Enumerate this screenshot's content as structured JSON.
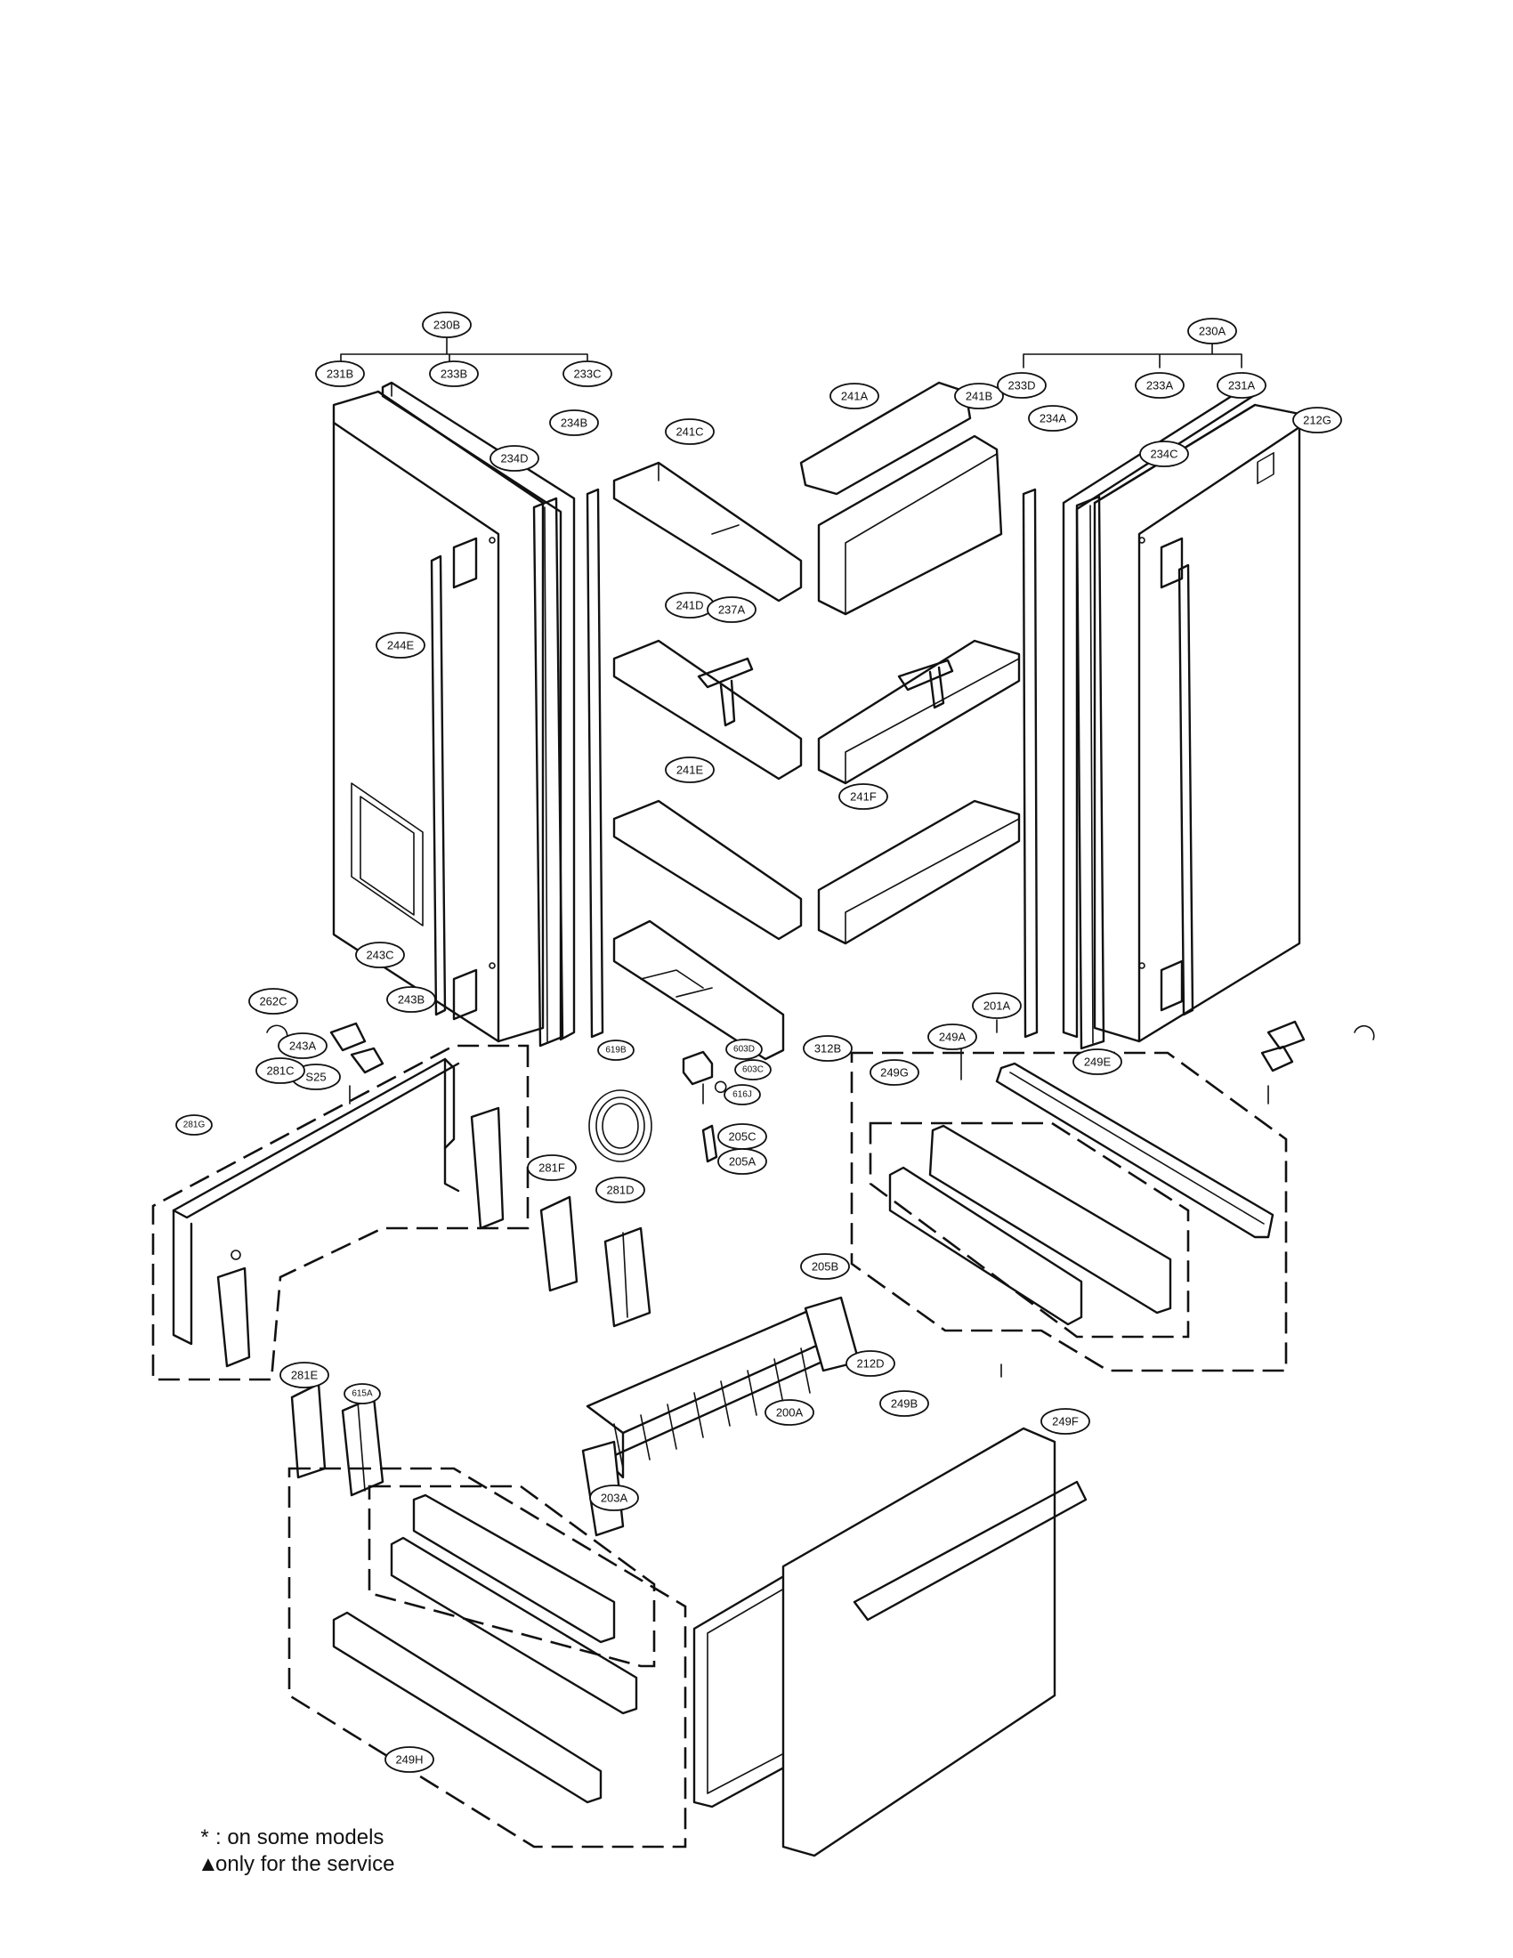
{
  "callouts": [
    {
      "id": "230B"
    },
    {
      "id": "231B"
    },
    {
      "id": "233B"
    },
    {
      "id": "233C"
    },
    {
      "id": "234B"
    },
    {
      "id": "234D"
    },
    {
      "id": "241A"
    },
    {
      "id": "241B"
    },
    {
      "id": "241C"
    },
    {
      "id": "241D"
    },
    {
      "id": "237A"
    },
    {
      "id": "241E"
    },
    {
      "id": "241F"
    },
    {
      "id": "230A"
    },
    {
      "id": "233D"
    },
    {
      "id": "233A"
    },
    {
      "id": "231A"
    },
    {
      "id": "234A"
    },
    {
      "id": "212G"
    },
    {
      "id": "234C"
    },
    {
      "id": "244E"
    },
    {
      "id": "262C"
    },
    {
      "id": "243C"
    },
    {
      "id": "243A"
    },
    {
      "id": "243B"
    },
    {
      "id": "S25"
    },
    {
      "id": "312B"
    },
    {
      "id": "249A"
    },
    {
      "id": "249G"
    },
    {
      "id": "249E"
    },
    {
      "id": "281C"
    },
    {
      "id": "281G"
    },
    {
      "id": "281F"
    },
    {
      "id": "281D"
    },
    {
      "id": "281E"
    },
    {
      "id": "615A"
    },
    {
      "id": "619B"
    },
    {
      "id": "603D"
    },
    {
      "id": "603C"
    },
    {
      "id": "616J"
    },
    {
      "id": "205C"
    },
    {
      "id": "205A"
    },
    {
      "id": "205B"
    },
    {
      "id": "200A"
    },
    {
      "id": "203A"
    },
    {
      "id": "201A"
    },
    {
      "id": "212D"
    },
    {
      "id": "249B"
    },
    {
      "id": "249F"
    },
    {
      "id": "249H"
    }
  ],
  "legend": [
    {
      "symbol": "*",
      "text": ": on some models"
    },
    {
      "symbol": "▲",
      "text": "only for the service"
    }
  ]
}
